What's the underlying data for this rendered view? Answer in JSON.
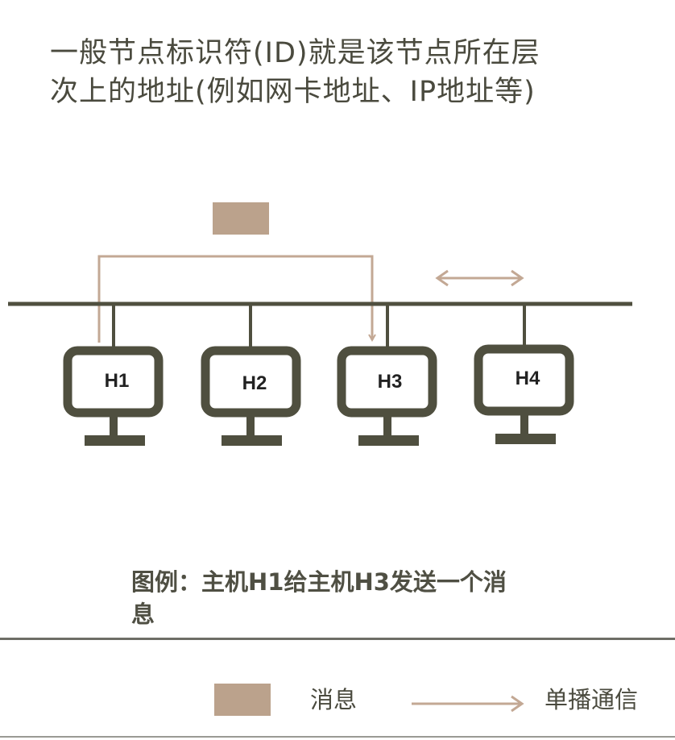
{
  "title": {
    "line1": "一般节点标识符(ID)就是该节点所在层",
    "line2": "次上的地址(例如网卡地址、IP地址等)"
  },
  "hosts": [
    "H1",
    "H2",
    "H3",
    "H4"
  ],
  "caption": {
    "line1": "图例：主机H1给主机H3发送一个消",
    "line2": "息"
  },
  "legend": {
    "message_label": "消息",
    "unicast_label": "单播通信"
  },
  "colors": {
    "bus": "#4f4f3f",
    "host": "#4f4f3f",
    "message": "#bba28c",
    "arrow": "#c3a894"
  }
}
